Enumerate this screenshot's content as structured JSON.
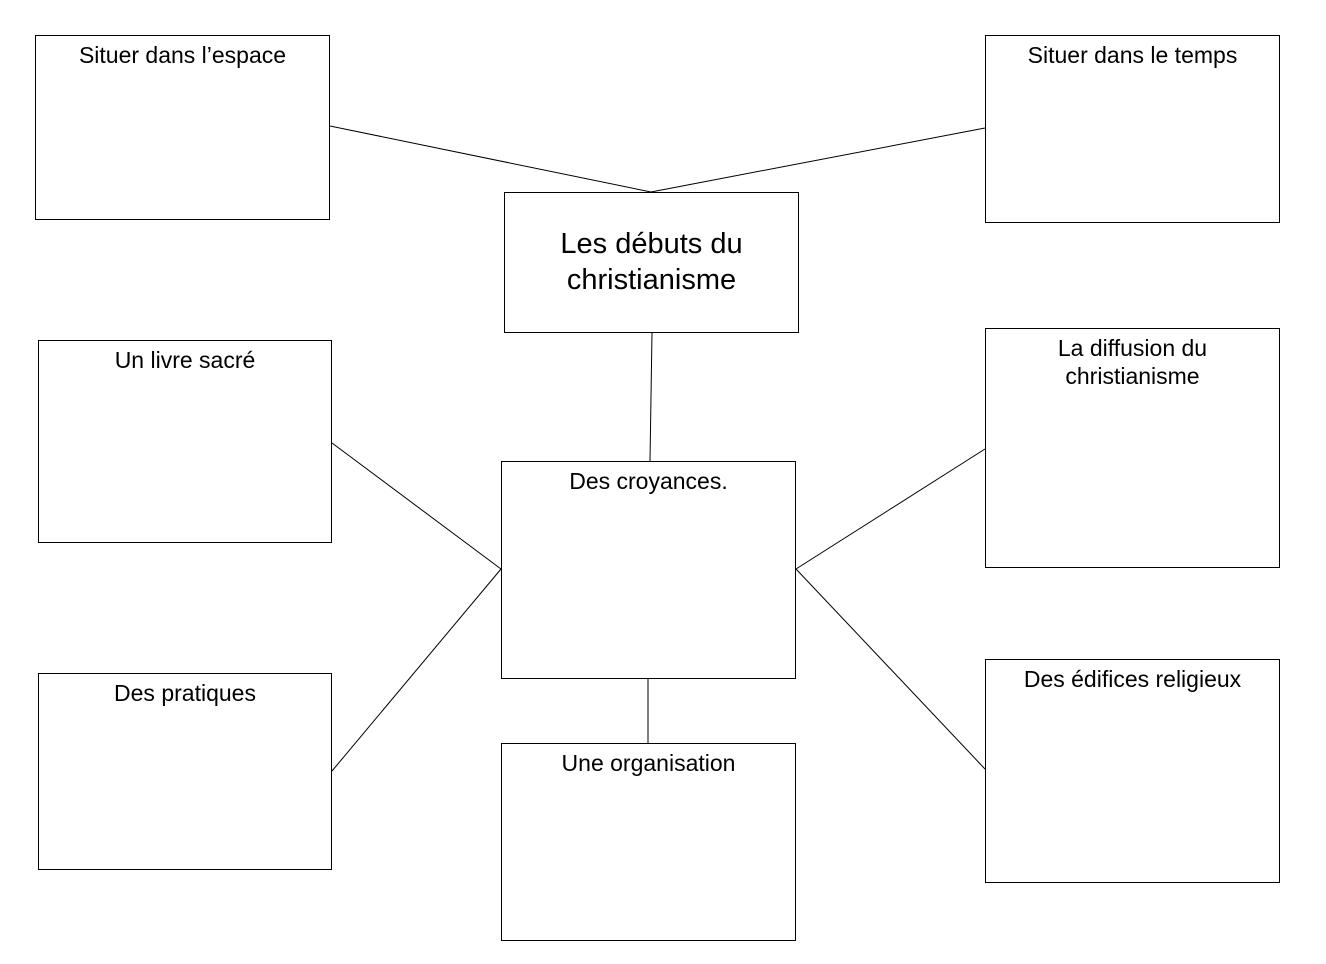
{
  "diagram": {
    "center": {
      "label": "Les débuts du christianisme"
    },
    "nodes": {
      "situer_espace": {
        "label": "Situer dans l’espace"
      },
      "situer_temps": {
        "label": "Situer dans le temps"
      },
      "livre_sacre": {
        "label": "Un livre sacré"
      },
      "diffusion": {
        "label": "La diffusion du christianisme"
      },
      "croyances": {
        "label": "Des croyances."
      },
      "pratiques": {
        "label": "Des pratiques"
      },
      "organisation": {
        "label": "Une organisation"
      },
      "edifices": {
        "label": "Des édifices religieux"
      }
    },
    "edges": [
      {
        "from": "situer_espace",
        "to": "center"
      },
      {
        "from": "situer_temps",
        "to": "center"
      },
      {
        "from": "center",
        "to": "croyances"
      },
      {
        "from": "livre_sacre",
        "to": "croyances"
      },
      {
        "from": "pratiques",
        "to": "croyances"
      },
      {
        "from": "diffusion",
        "to": "croyances"
      },
      {
        "from": "edifices",
        "to": "croyances"
      },
      {
        "from": "croyances",
        "to": "organisation"
      }
    ]
  }
}
